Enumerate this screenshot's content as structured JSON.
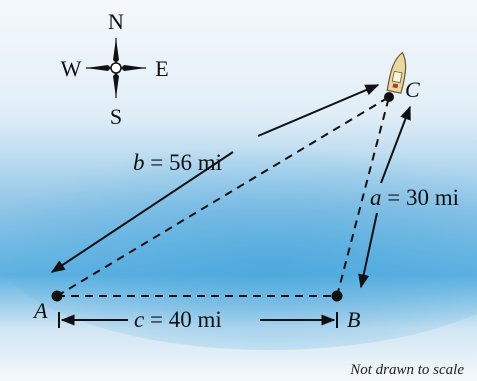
{
  "compass": {
    "north": "N",
    "south": "S",
    "east": "E",
    "west": "W",
    "icon": "compass-rose-icon"
  },
  "points": {
    "A": "A",
    "B": "B",
    "C": "C"
  },
  "sides": {
    "a": {
      "var": "a",
      "value": "= 30 mi"
    },
    "b": {
      "var": "b",
      "value": "= 56 mi"
    },
    "c": {
      "var": "c",
      "value": "= 40 mi"
    }
  },
  "boat_icon": "boat-icon",
  "note": "Not drawn to scale",
  "colors": {
    "water_light": "#f3f8fc",
    "water_mid": "#8fc6e8",
    "water_deep": "#45a6dc",
    "line": "#111111",
    "boat_hull": "#e8d9a0"
  }
}
